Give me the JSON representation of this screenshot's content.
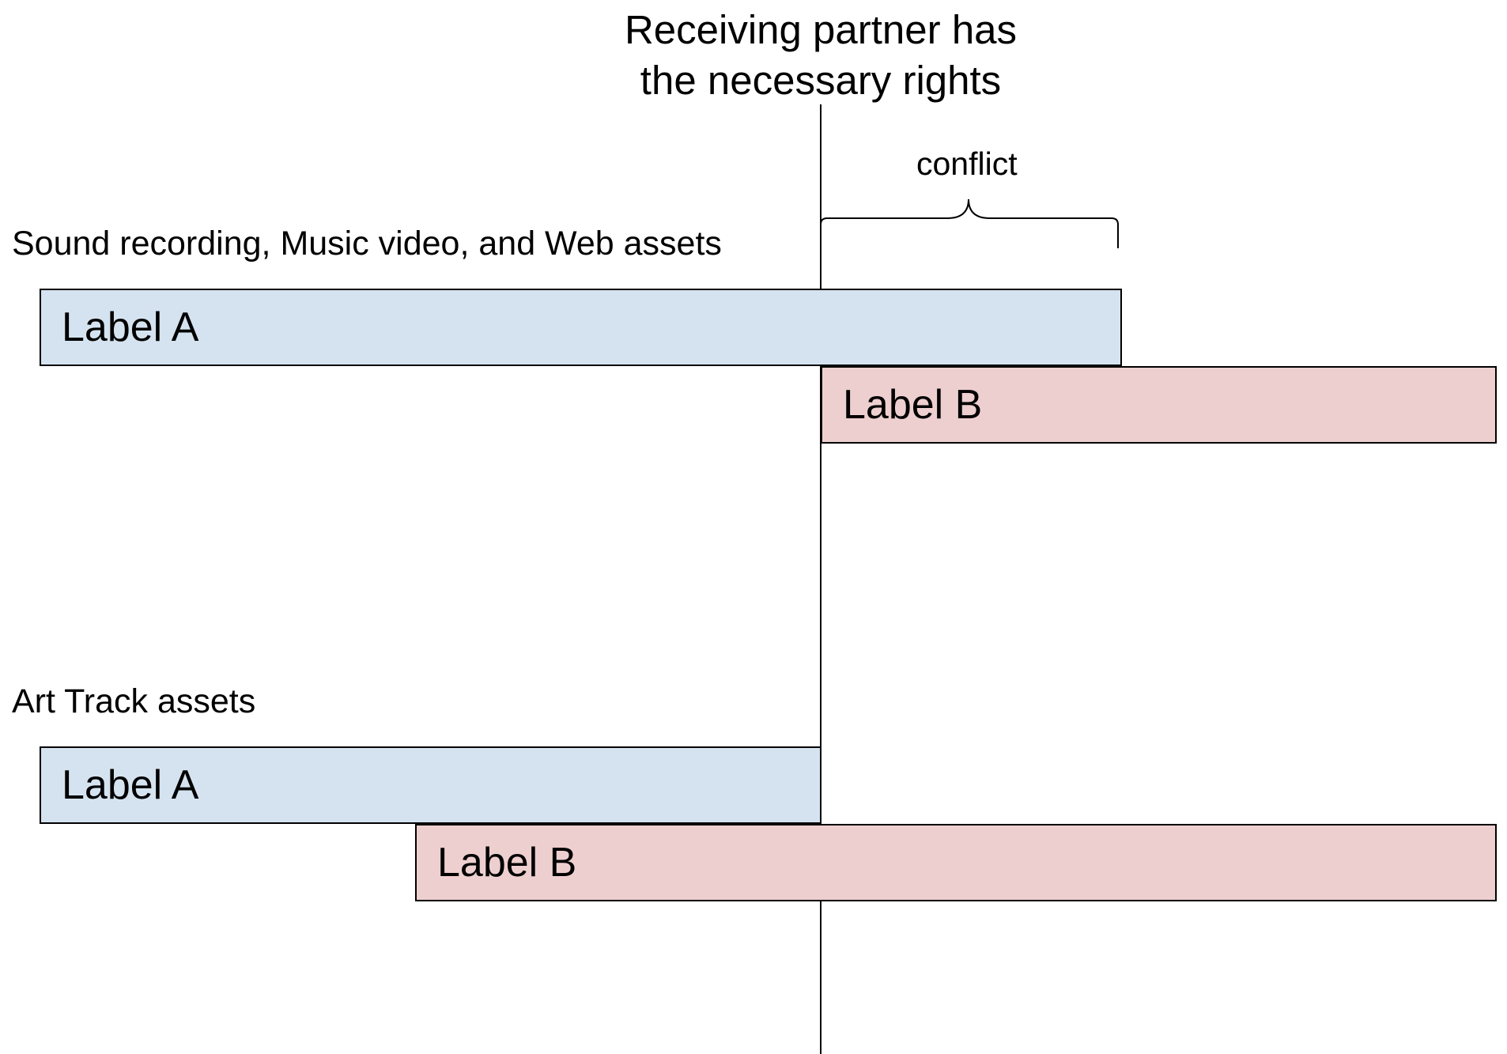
{
  "diagram": {
    "title_lines": [
      "Receiving partner has",
      "the necessary rights"
    ],
    "conflict_label": "conflict",
    "sections": [
      {
        "heading": "Sound recording, Music video, and Web assets",
        "bars": [
          {
            "label": "Label A",
            "color": "#d5e3f0"
          },
          {
            "label": "Label B",
            "color": "#eecfcf"
          }
        ]
      },
      {
        "heading": "Art Track assets",
        "bars": [
          {
            "label": "Label A",
            "color": "#d5e3f0"
          },
          {
            "label": "Label B",
            "color": "#eecfcf"
          }
        ]
      }
    ]
  }
}
